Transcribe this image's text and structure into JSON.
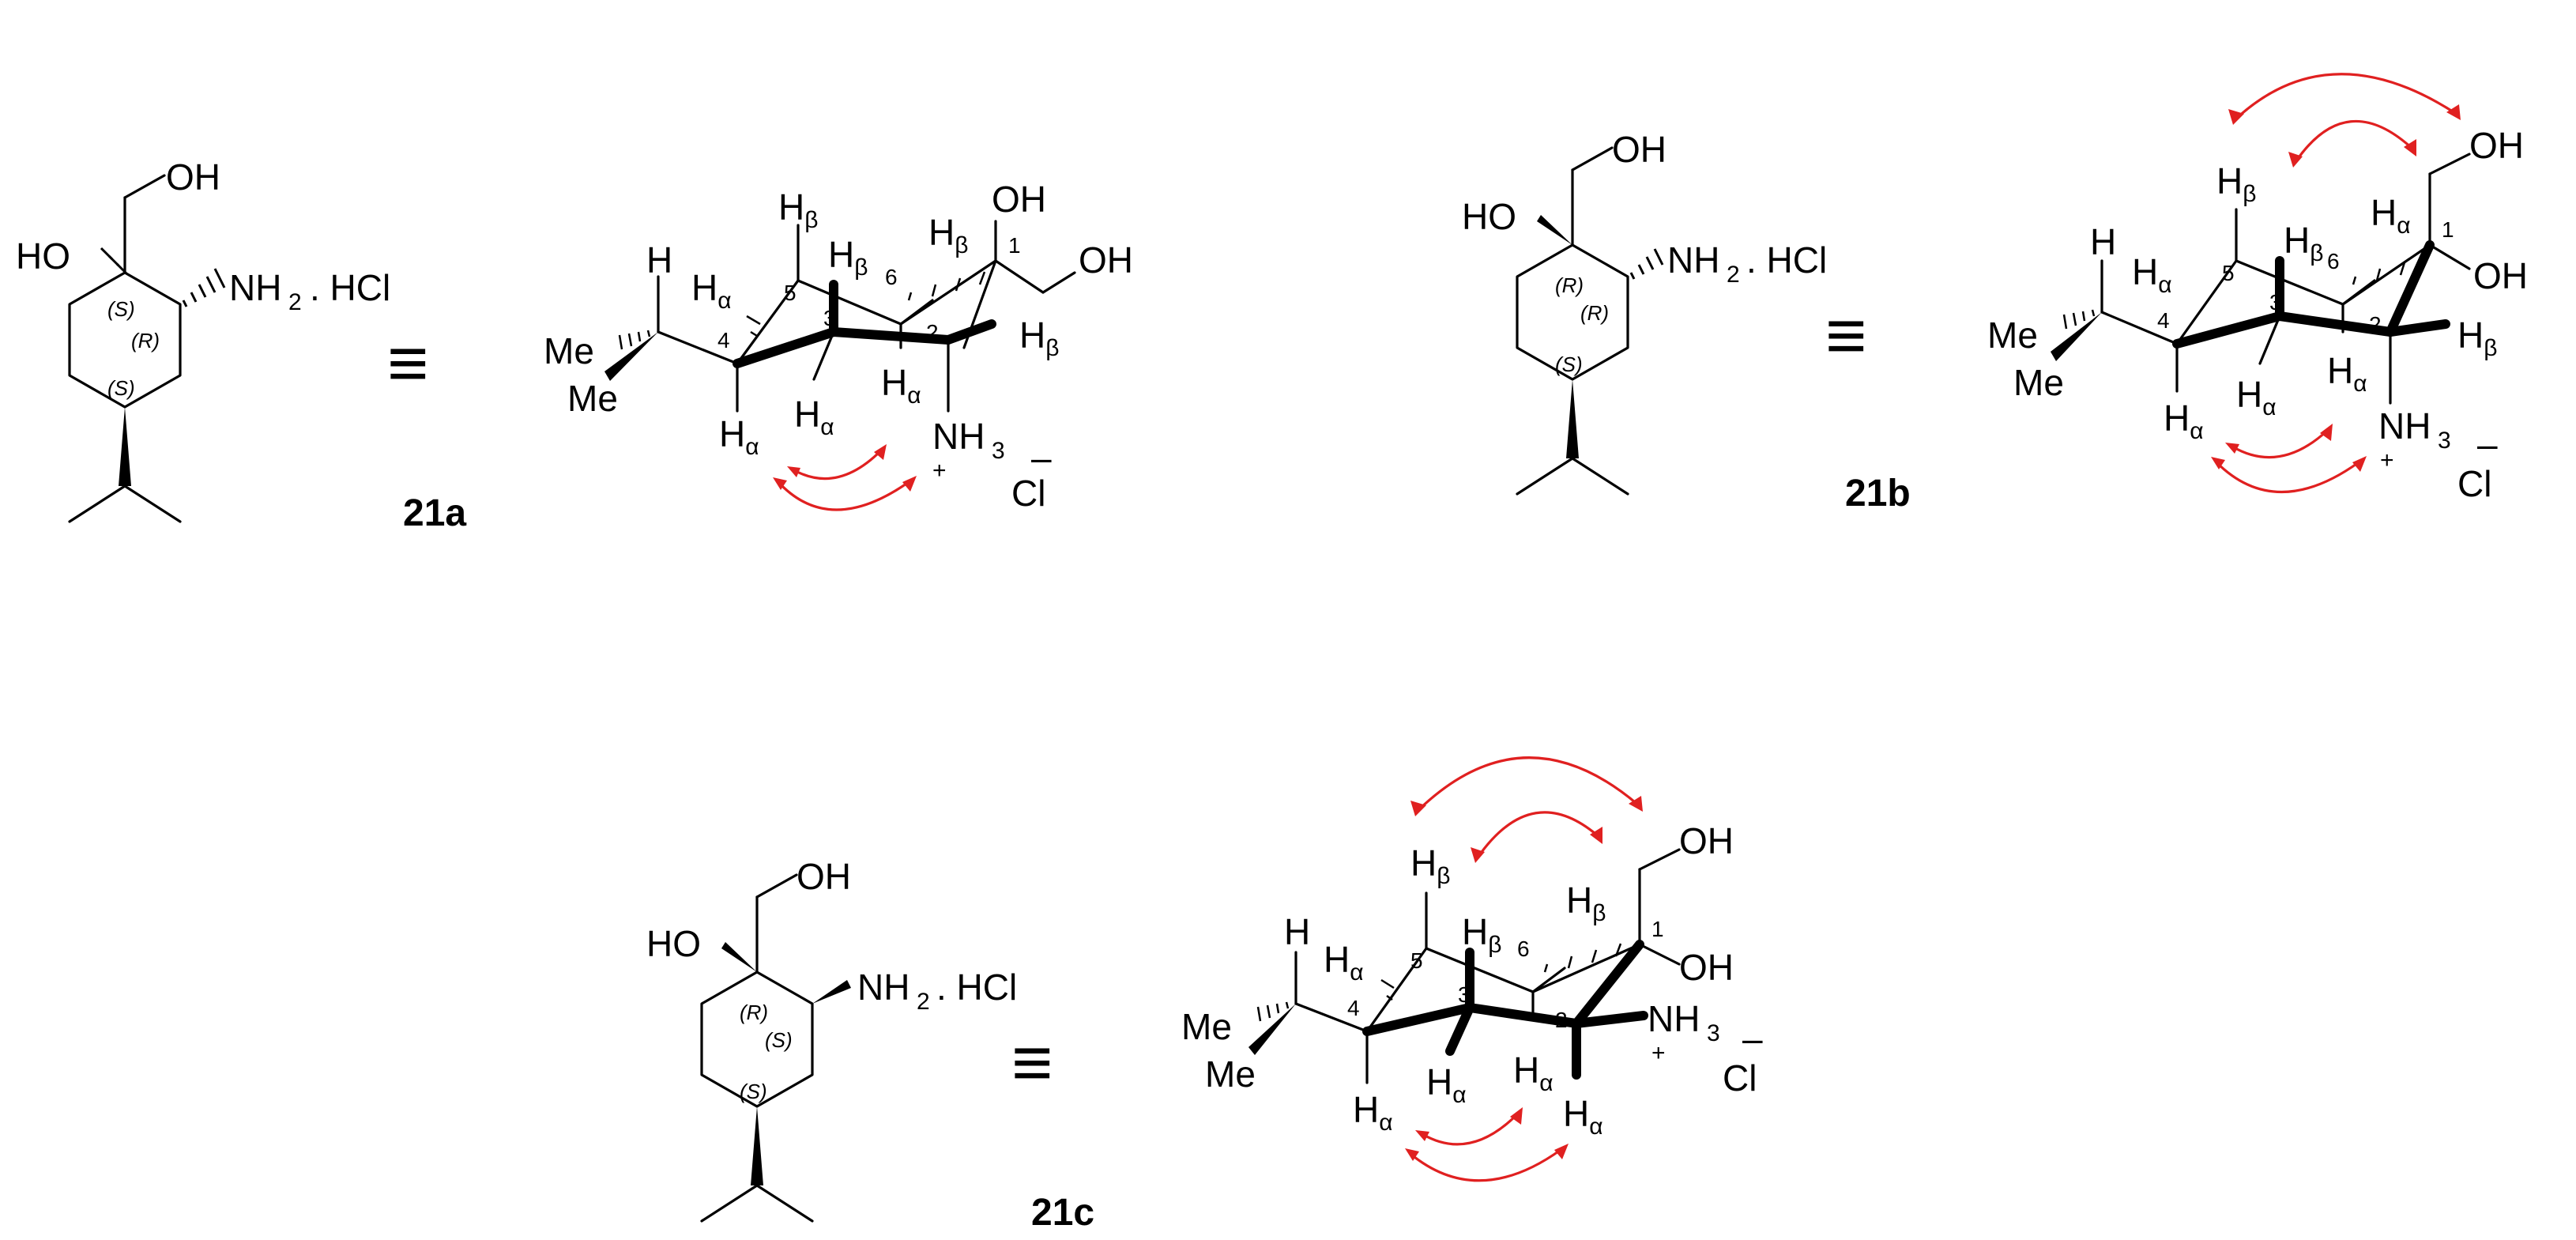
{
  "compounds": [
    {
      "id": "21a",
      "flat_labels": {
        "oh_top": "OH",
        "ho_left": "HO",
        "nh2": "NH",
        "nh2_sub": "2",
        "dot_hcl": ". HCl",
        "cip_1": "(S)",
        "cip_2": "(R)",
        "cip_3": "(S)"
      },
      "equiv": "≡",
      "chair_labels": {
        "h": "H",
        "me1": "Me",
        "me2": "Me",
        "alpha": "α",
        "beta": "β",
        "oh1": "OH",
        "oh2": "OH",
        "nh3": "NH",
        "nh3_sub": "3",
        "plus": "+",
        "cl": "Cl",
        "minus": "–",
        "c1": "1",
        "c2": "2",
        "c3": "3",
        "c4": "4",
        "c5": "5",
        "c6": "6"
      }
    },
    {
      "id": "21b",
      "flat_labels": {
        "oh_top": "OH",
        "ho_left": "HO",
        "nh2": "NH",
        "nh2_sub": "2",
        "dot_hcl": ". HCl",
        "cip_1": "(R)",
        "cip_2": "(R)",
        "cip_3": "(S)"
      },
      "equiv": "≡",
      "chair_labels": {
        "h": "H",
        "me1": "Me",
        "me2": "Me",
        "alpha": "α",
        "beta": "β",
        "oh1": "OH",
        "oh2": "OH",
        "nh3": "NH",
        "nh3_sub": "3",
        "plus": "+",
        "cl": "Cl",
        "minus": "–",
        "c1": "1",
        "c2": "2",
        "c3": "3",
        "c4": "4",
        "c5": "5",
        "c6": "6"
      }
    },
    {
      "id": "21c",
      "flat_labels": {
        "oh_top": "OH",
        "ho_left": "HO",
        "nh2": "NH",
        "nh2_sub": "2",
        "dot_hcl": ". HCl",
        "cip_1": "(R)",
        "cip_2": "(S)",
        "cip_3": "(S)"
      },
      "equiv": "≡",
      "chair_labels": {
        "h": "H",
        "me1": "Me",
        "me2": "Me",
        "alpha": "α",
        "beta": "β",
        "oh1": "OH",
        "oh2": "OH",
        "nh3": "NH",
        "nh3_sub": "3",
        "plus": "+",
        "cl": "Cl",
        "minus": "–",
        "c1": "1",
        "c2": "2",
        "c3": "3",
        "c4": "4",
        "c5": "5",
        "c6": "6"
      }
    }
  ],
  "colors": {
    "bond": "#000000",
    "noe_arrow": "#e02020",
    "background": "#ffffff"
  }
}
